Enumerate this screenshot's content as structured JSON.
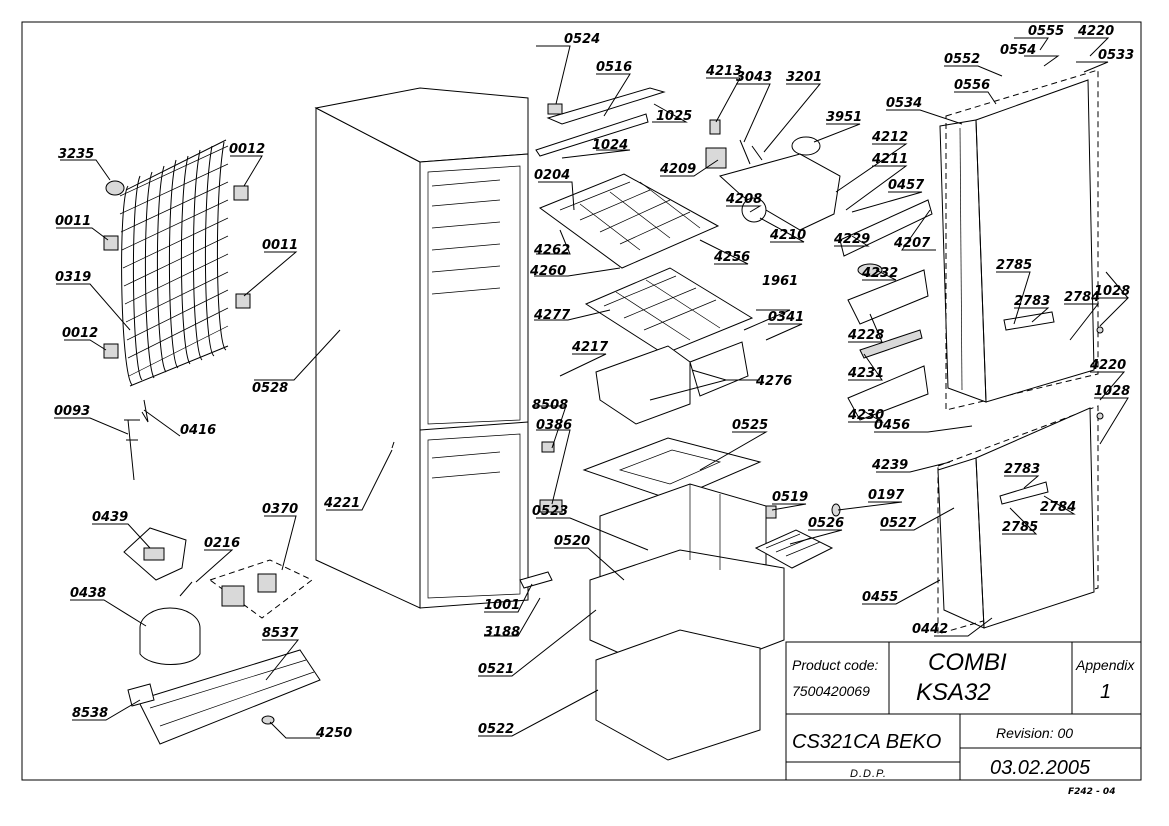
{
  "labels": {
    "l3235": "3235",
    "l0012a": "0012",
    "l0011a": "0011",
    "l0011b": "0011",
    "l0319": "0319",
    "l0012b": "0012",
    "l0093": "0093",
    "l0416": "0416",
    "l0439": "0439",
    "l0216": "0216",
    "l0370": "0370",
    "l0438": "0438",
    "l8537": "8537",
    "l8538": "8538",
    "l4250": "4250",
    "l0528": "0528",
    "l4221": "4221",
    "l0524": "0524",
    "l0516": "0516",
    "l1025": "1025",
    "l1024": "1024",
    "l4213": "4213",
    "l3043": "3043",
    "l3201": "3201",
    "l3951": "3951",
    "l4212": "4212",
    "l4211": "4211",
    "l0457": "0457",
    "l0204": "0204",
    "l4209": "4209",
    "l4208": "4208",
    "l4210": "4210",
    "l4262": "4262",
    "l4260": "4260",
    "l4256": "4256",
    "l4229": "4229",
    "l4207": "4207",
    "l4277": "4277",
    "l1961": "1961",
    "l4232": "4232",
    "l0341": "0341",
    "l4228": "4228",
    "l4217": "4217",
    "l4231": "4231",
    "l4276": "4276",
    "l8508": "8508",
    "l4230": "4230",
    "l0386": "0386",
    "l0525": "0525",
    "l0519": "0519",
    "l0197": "0197",
    "l0526": "0526",
    "l0523": "0523",
    "l0520": "0520",
    "l1001": "1001",
    "l3188": "3188",
    "l0521": "0521",
    "l0522": "0522",
    "l0555": "0555",
    "l4220a": "4220",
    "l0552": "0552",
    "l0554": "0554",
    "l0533": "0533",
    "l0556": "0556",
    "l0534": "0534",
    "l2785a": "2785",
    "l1028a": "1028",
    "l2783a": "2783",
    "l2784a": "2784",
    "l4220b": "4220",
    "l1028b": "1028",
    "l0456": "0456",
    "l4239": "4239",
    "l2783b": "2783",
    "l2784b": "2784",
    "l0527": "0527",
    "l2785b": "2785",
    "l0455": "0455",
    "l0442": "0442"
  },
  "title_block": {
    "product_code_label": "Product code:",
    "product_code_value": "7500420069",
    "model_line1": "COMBI",
    "model_line2": "KSA32",
    "appendix_label": "Appendix",
    "appendix_value": "1",
    "product_name": "CS321CA BEKO",
    "revision": "Revision: 00",
    "department": "D.D.P.",
    "date": "03.02.2005"
  },
  "form_ref": "F242 - 04"
}
